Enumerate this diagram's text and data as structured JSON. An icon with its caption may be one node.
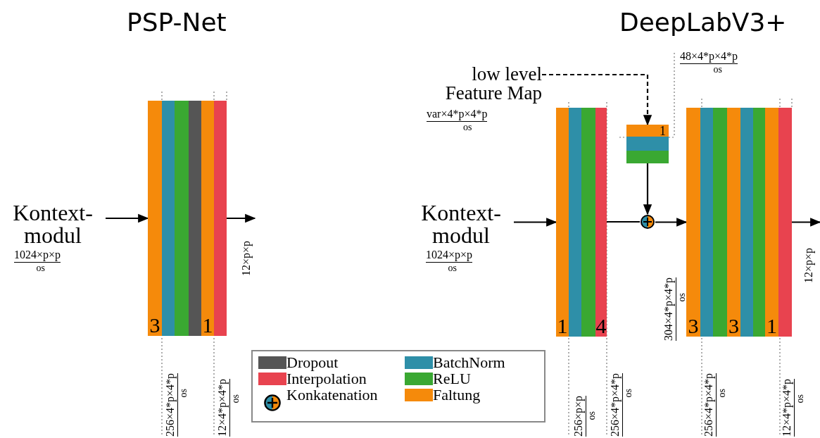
{
  "diagram": {
    "nodes": [
      {
        "text": [
          "Kontext-modul"
        ],
        "beside": [
          "1024×p×p",
          "os"
        ]
      },
      {
        "text": [
          "3",
          "1"
        ]
      },
      {
        "text": [
          "low level Feature Map"
        ],
        "beside": [
          "var×4*p×4*p",
          "os"
        ]
      },
      {
        "text": [
          "Kontext-modul"
        ],
        "beside": [
          "1024×p×p",
          "os"
        ]
      },
      {
        "text": [
          "1",
          "4"
        ]
      },
      {
        "text": [
          "1"
        ]
      },
      {
        "text": [],
        "shape": "circle"
      },
      {
        "text": [
          "3",
          "3",
          "1"
        ]
      }
    ],
    "edges": [
      {
        "from": 0,
        "to": 1,
        "arrow": "to"
      },
      {
        "from": 1,
        "to": null,
        "arrow": "to"
      },
      {
        "from": 2,
        "to": 5,
        "arrow": "to",
        "style": "dashed"
      },
      {
        "from": 3,
        "to": 4,
        "arrow": "to"
      },
      {
        "from": 4,
        "to": 6,
        "arrow": "none"
      },
      {
        "from": 5,
        "to": 6,
        "arrow": "to"
      },
      {
        "from": 6,
        "to": 7,
        "arrow": "to"
      },
      {
        "from": 7,
        "to": null,
        "arrow": "to"
      }
    ],
    "labels": [
      "PSP-Net",
      "DeepLabV3+",
      "48×4*p×4*p",
      "os",
      "12×p×p",
      "304×4*p×4*p",
      "os",
      "12×p×p",
      "256×4*p×4*p",
      "os",
      "12×4*p×4*p",
      "os",
      "256×p×p",
      "os",
      "256×4*p×4*p",
      "os",
      "256×4*p×4*p",
      "os",
      "12×4*p×4*p",
      "os"
    ],
    "legend": [
      {
        "text": "Dropout",
        "color": "#555555"
      },
      {
        "text": "BatchNorm",
        "color": "#2e8fa8"
      },
      {
        "text": "Interpolation",
        "color": "#e8434f"
      },
      {
        "text": "ReLU",
        "color": "#3aa832"
      },
      {
        "text": "Konkatenation"
      },
      {
        "text": "Faltung",
        "color": "#f58a0b"
      }
    ]
  }
}
